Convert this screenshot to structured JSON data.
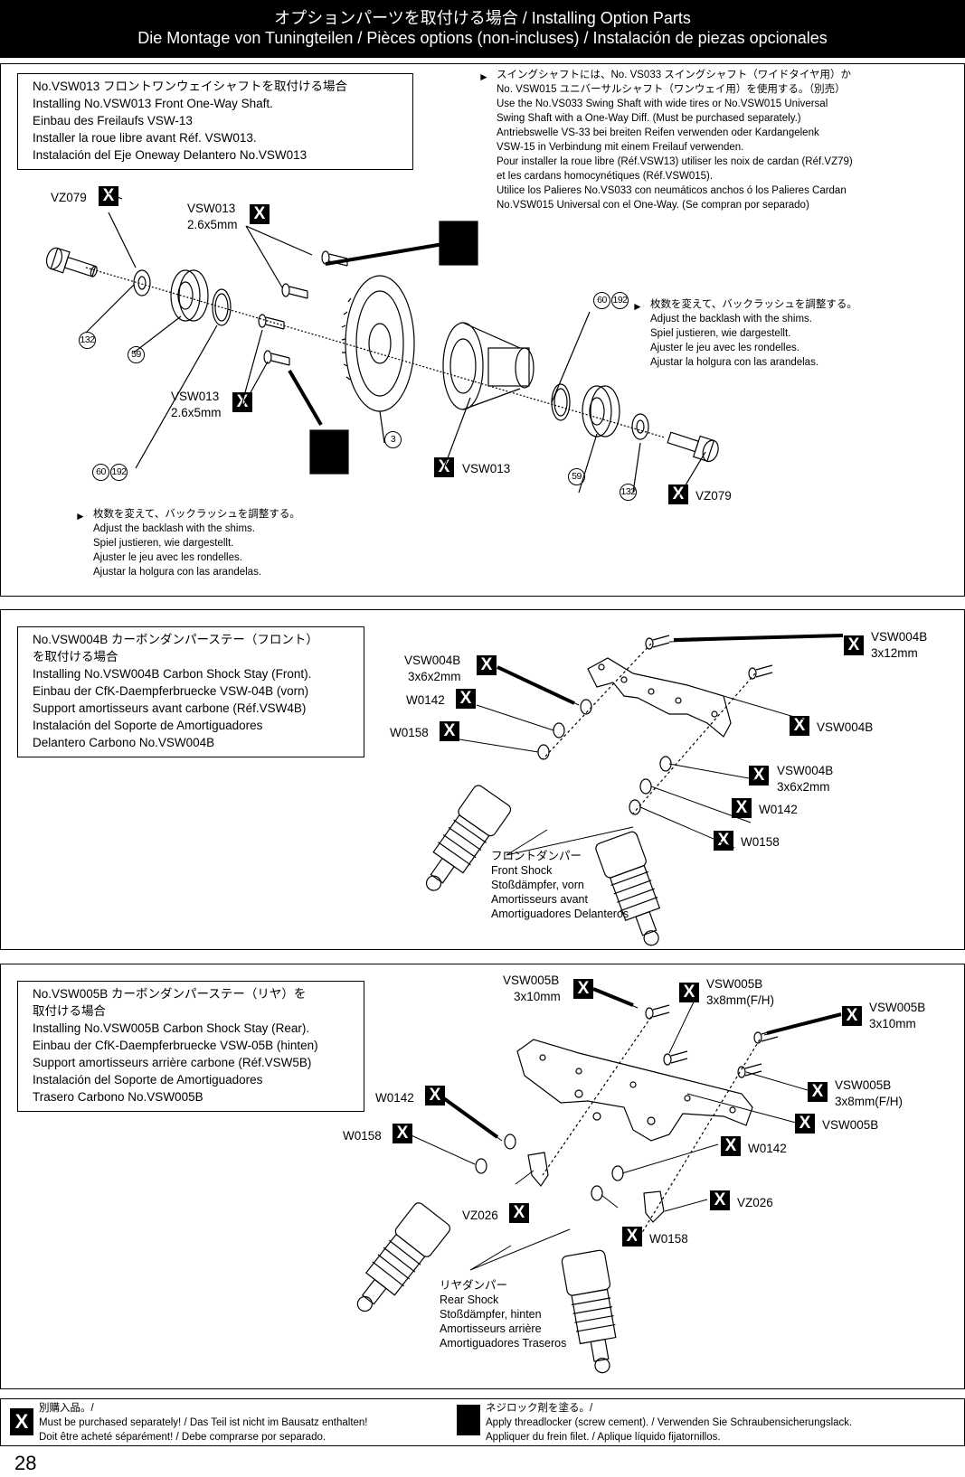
{
  "header": {
    "line1": "オプションパーツを取付ける場合 / Installing Option Parts",
    "line2": "Die Montage von Tuningteilen / Pièces options (non-incluses) / Instalación de piezas opcionales"
  },
  "section1": {
    "title_lines": [
      "No.VSW013 フロントワンウェイシャフトを取付ける場合",
      "Installing No.VSW013 Front One-Way Shaft.",
      "Einbau des Freilaufs VSW-13",
      "Installer la roue libre avant Réf. VSW013.",
      "Instalación del Eje Oneway Delantero No.VSW013"
    ],
    "note_lines": [
      "スイングシャフトには、No. VS033 スイングシャフト（ワイドタイヤ用）か",
      "No. VSW015 ユニバーサルシャフト（ワンウェイ用）を使用する。（別売）",
      "Use the No.VS033 Swing Shaft with wide tires or No.VSW015 Universal",
      "  Swing Shaft with a One-Way Diff. (Must be purchased separately.)",
      "Antriebswelle VS-33 bei breiten Reifen verwenden oder Kardangelenk",
      "  VSW-15 in Verbindung mit einem Freilauf verwenden.",
      "Pour installer la roue libre (Réf.VSW13) utiliser les noix de cardan (Réf.VZ79)",
      "  et les cardans homocynétiques (Réf.VSW015).",
      "Utilice los Palieres No.VS033 con neumáticos anchos ó los Palieres Cardan",
      "  No.VSW015 Universal con el One-Way. (Se compran por separado)"
    ],
    "shim_note_lines": [
      "枚数を変えて、バックラッシュを調整する。",
      "Adjust the backlash with the shims.",
      "Spiel justieren, wie dargestellt.",
      "Ajuster le jeu avec les rondelles.",
      "Ajustar la holgura con las arandelas."
    ],
    "labels": {
      "vz079_a": "VZ079",
      "vsw013_a": "VSW013",
      "size_a": "2.6x5mm",
      "vsw013_b": "VSW013",
      "size_b": "2.6x5mm",
      "vsw013_c": "VSW013",
      "vz079_b": "VZ079"
    },
    "circled": [
      "132",
      "59",
      "60",
      "192",
      "3",
      "59",
      "132",
      "60",
      "192"
    ]
  },
  "section2": {
    "title_lines": [
      "No.VSW004B カーボンダンパーステー（フロント）",
      "を取付ける場合",
      "Installing No.VSW004B Carbon Shock Stay (Front).",
      "Einbau der CfK-Daempferbruecke VSW-04B (vorn)",
      "Support amortisseurs avant carbone (Réf.VSW4B)",
      "Instalación del Soporte de Amortiguadores",
      "  Delantero Carbono No.VSW004B"
    ],
    "labels": {
      "l1": "VSW004B",
      "l1b": "3x6x2mm",
      "l2": "W0142",
      "l3": "W0158",
      "r1": "VSW004B",
      "r1b": "3x12mm",
      "r2": "VSW004B",
      "r3": "VSW004B",
      "r3b": "3x6x2mm",
      "r4": "W0142",
      "r5": "W0158"
    },
    "shock_lines": [
      "フロントダンパー",
      "Front Shock",
      "Stoßdämpfer, vorn",
      "Amortisseurs avant",
      "Amortiguadores Delanteros"
    ]
  },
  "section3": {
    "title_lines": [
      "No.VSW005B カーボンダンパーステー（リヤ）を",
      "取付ける場合",
      "Installing No.VSW005B Carbon Shock Stay (Rear).",
      "Einbau der CfK-Daempferbruecke VSW-05B (hinten)",
      "Support amortisseurs arrière carbone (Réf.VSW5B)",
      "Instalación del Soporte de Amortiguadores",
      "  Trasero Carbono No.VSW005B"
    ],
    "labels": {
      "a1": "VSW005B",
      "a1b": "3x10mm",
      "a2": "VSW005B",
      "a2b": "3x8mm(F/H)",
      "a3": "VSW005B",
      "a3b": "3x10mm",
      "a4": "VSW005B",
      "a4b": "3x8mm(F/H)",
      "a5": "VSW005B",
      "w0142_l": "W0142",
      "w0158_l": "W0158",
      "w0142_r": "W0142",
      "vz026_r": "VZ026",
      "vz026_l": "VZ026",
      "w0158_r": "W0158"
    },
    "shock_lines": [
      "リヤダンパー",
      "Rear Shock",
      "Stoßdämpfer, hinten",
      "Amortisseurs arrière",
      "Amortiguadores Traseros"
    ]
  },
  "footer": {
    "left_lines": [
      "別購入品。/",
      "Must be purchased separately! / Das Teil ist nicht im Bausatz enthalten!",
      "Doit être acheté séparément! / Debe comprarse por separado."
    ],
    "right_lines": [
      "ネジロック剤を塗る。/",
      "Apply threadlocker (screw cement). / Verwenden Sie Schraubensicherungslack.",
      "Appliquer du frein filet. / Aplique líquido fijatornillos."
    ]
  },
  "page_number": "28",
  "icons": {
    "x_mark": "X",
    "arrow": "arrow-right-icon",
    "threadlocker": "threadlocker-icon"
  }
}
